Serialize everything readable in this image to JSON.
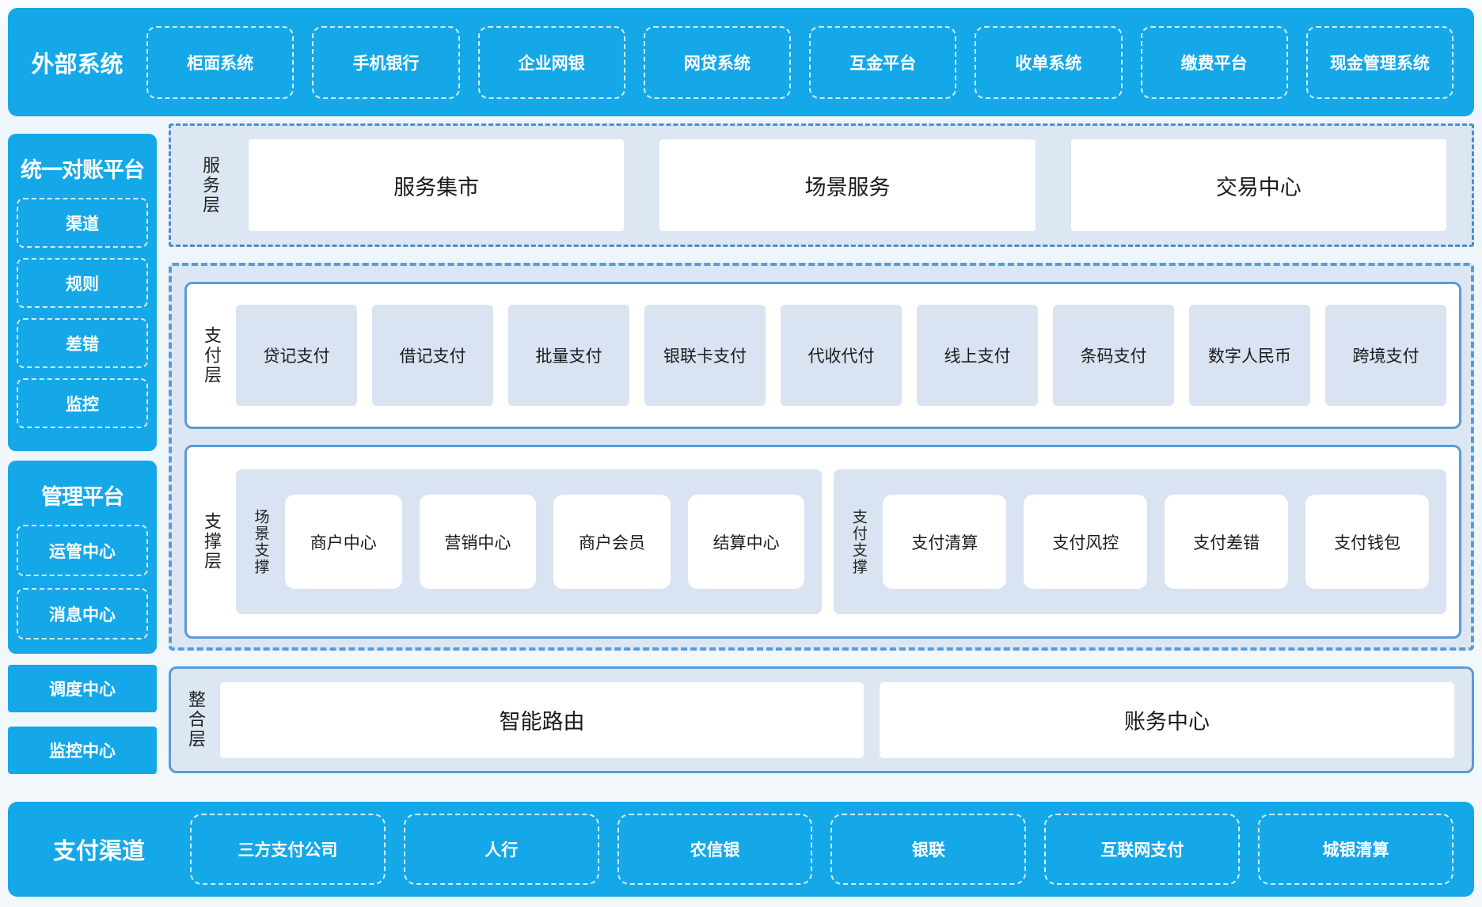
{
  "colors": {
    "accent_blue": "#15a8e8",
    "border_blue": "#5b9bd5",
    "panel_bg": "#dce7f3",
    "item_bg": "#d9e3f1"
  },
  "top_band": {
    "label": "外部系统",
    "items": [
      "柜面系统",
      "手机银行",
      "企业网银",
      "网贷系统",
      "互金平台",
      "收单系统",
      "缴费平台",
      "现金管理系统"
    ]
  },
  "sidebar": {
    "reconciliation": {
      "title": "统一对账平台",
      "items": [
        "渠道",
        "规则",
        "差错",
        "监控"
      ]
    },
    "management": {
      "title": "管理平台",
      "items": [
        "运管中心",
        "消息中心"
      ]
    },
    "buttons": [
      "调度中心",
      "监控中心"
    ]
  },
  "service_layer": {
    "label": "服务层",
    "items": [
      "服务集市",
      "场景服务",
      "交易中心"
    ]
  },
  "payment_layer": {
    "label": "支付层",
    "items": [
      "贷记支付",
      "借记支付",
      "批量支付",
      "银联卡支付",
      "代收代付",
      "线上支付",
      "条码支付",
      "数字人民币",
      "跨境支付"
    ]
  },
  "support_layer": {
    "label": "支撑层",
    "groups": [
      {
        "label": "场景支撑",
        "items": [
          "商户中心",
          "营销中心",
          "商户会员",
          "结算中心"
        ]
      },
      {
        "label": "支付支撑",
        "items": [
          "支付清算",
          "支付风控",
          "支付差错",
          "支付钱包"
        ]
      }
    ]
  },
  "integration_layer": {
    "label": "整合层",
    "items": [
      "智能路由",
      "账务中心"
    ]
  },
  "bottom_band": {
    "label": "支付渠道",
    "items": [
      "三方支付公司",
      "人行",
      "农信银",
      "银联",
      "互联网支付",
      "城银清算"
    ]
  }
}
